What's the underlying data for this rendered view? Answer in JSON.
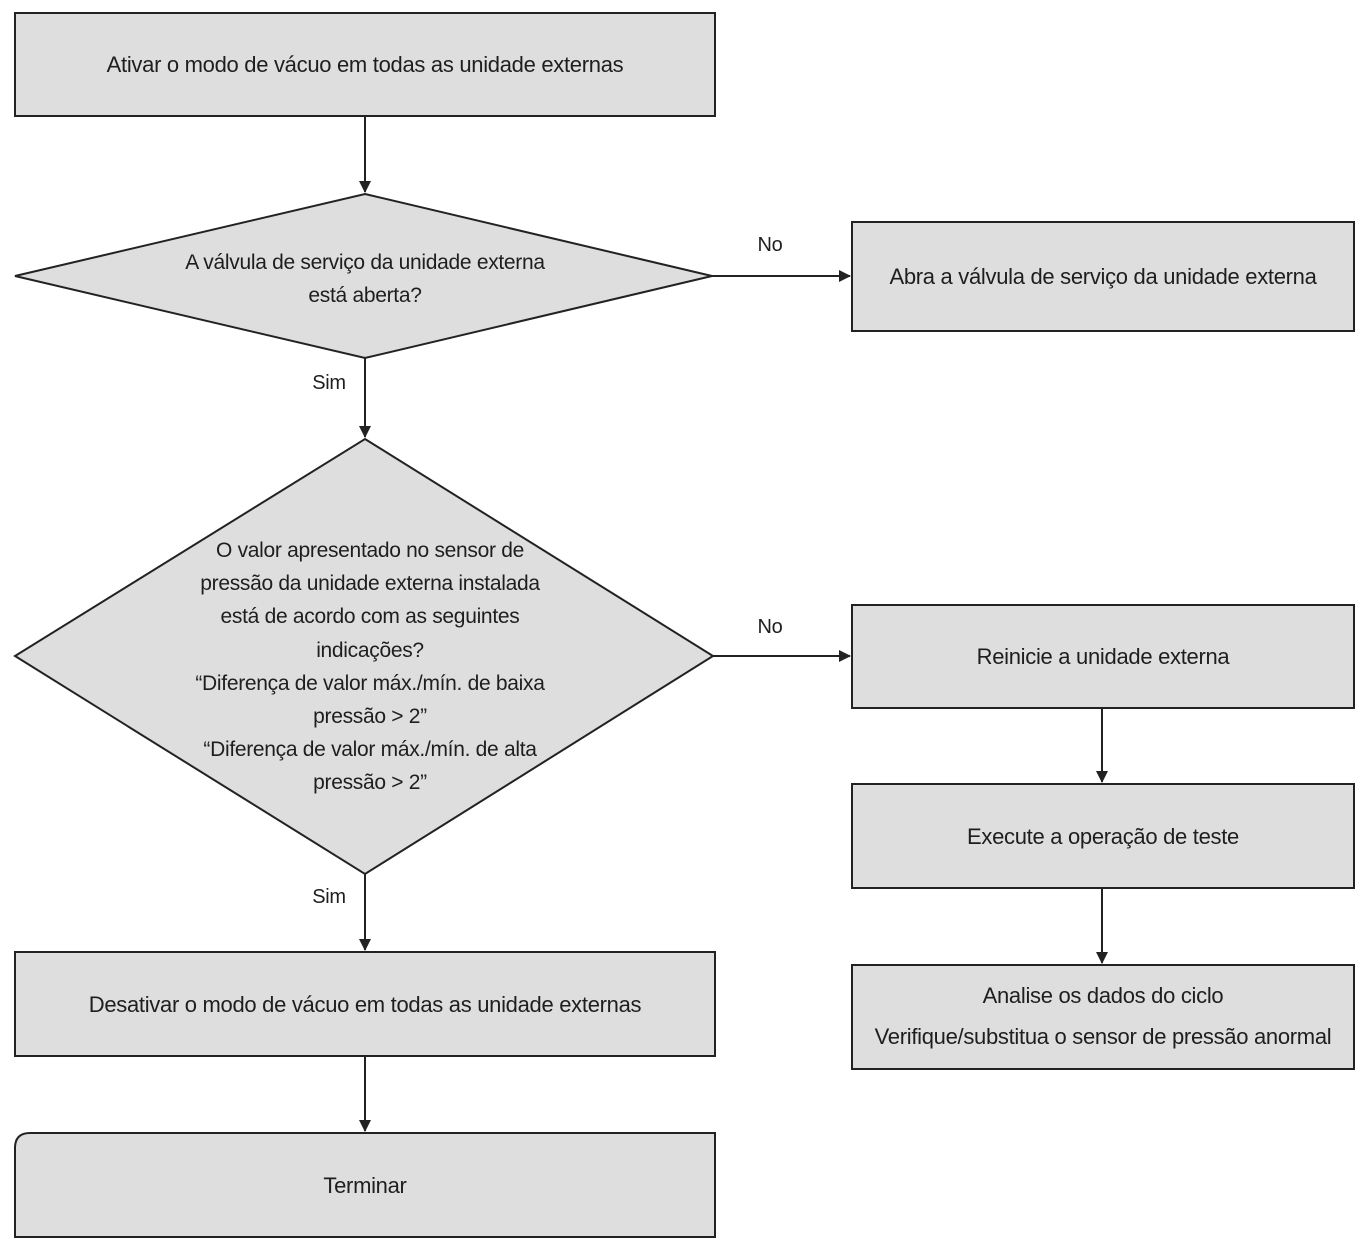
{
  "nodes": {
    "start": {
      "text": "Ativar o modo de vácuo em todas as unidade externas"
    },
    "decision_valve": {
      "lines": [
        "A válvula de serviço da unidade externa",
        "está aberta?"
      ]
    },
    "open_valve": {
      "text": "Abra a válvula de serviço da unidade externa"
    },
    "decision_sensor": {
      "lines": [
        "O valor apresentado no sensor de",
        "pressão da unidade externa instalada",
        "está de acordo com as seguintes",
        "indicações?",
        "“Diferença de valor máx./mín. de baixa",
        "pressão > 2”",
        "“Diferença de valor máx./mín. de alta",
        "pressão > 2”"
      ]
    },
    "restart": {
      "text": "Reinicie a unidade externa"
    },
    "test_op": {
      "text": "Execute a operação de teste"
    },
    "analyze": {
      "lines": [
        "Analise os dados do ciclo",
        "Verifique/substitua o sensor de pressão anormal"
      ]
    },
    "deactivate": {
      "text": "Desativar o modo de vácuo em todas as unidade externas"
    },
    "end": {
      "text": "Terminar"
    }
  },
  "edges": {
    "valve_no": "No",
    "valve_yes": "Sim",
    "sensor_no": "No",
    "sensor_yes": "Sim"
  },
  "colors": {
    "fill": "#dedede",
    "stroke": "#222222",
    "text": "#1e1e1e"
  }
}
